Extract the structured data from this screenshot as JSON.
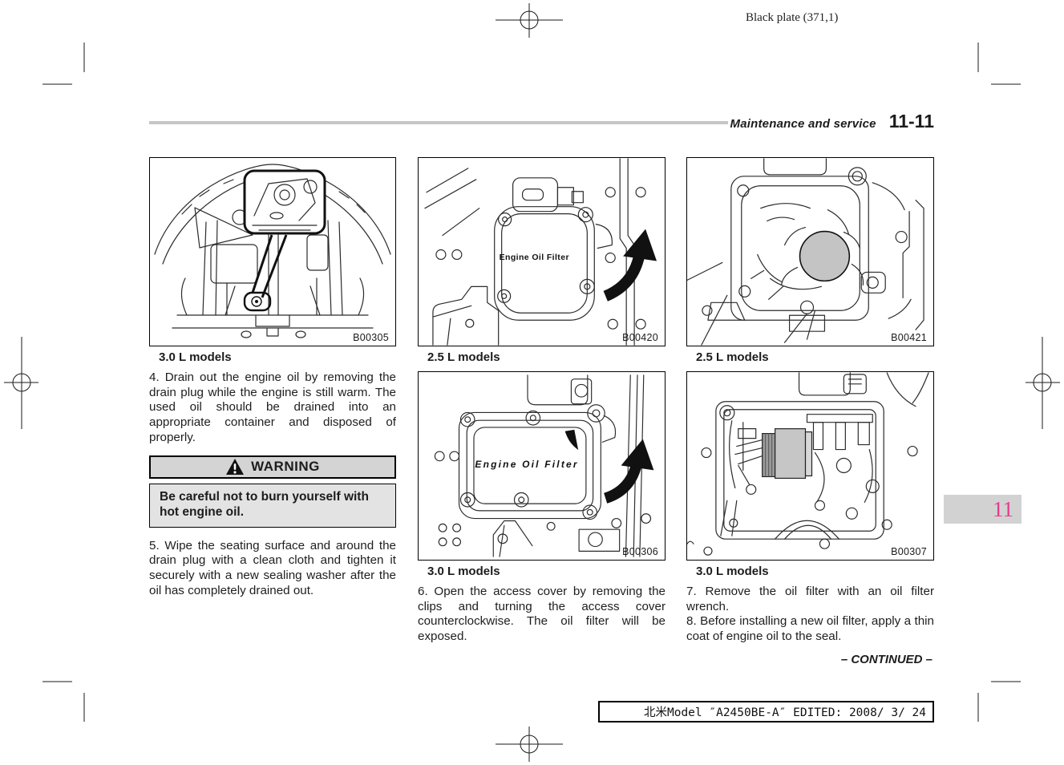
{
  "page": {
    "plate_note": "Black plate (371,1)",
    "header": {
      "section_title": "Maintenance and service",
      "page_number": "11-11"
    },
    "tab": {
      "chapter_number": "11"
    },
    "continued": "– CONTINUED –",
    "footer": {
      "edit_note": "北米Model ″A2450BE-A″ EDITED: 2008/ 3/ 24"
    }
  },
  "colors": {
    "accent-pink": "#e5398f",
    "tab-gray": "#d2d2d2",
    "warn-head-bg": "#d4d4d4",
    "warn-msg-bg": "#e3e3e3",
    "rule-gray": "#c6c6c6"
  },
  "columns": {
    "left": {
      "figure1": {
        "code": "B00305",
        "caption": "3.0 L models"
      },
      "step4": "4.  Drain out the engine oil by removing the drain plug while the engine is still warm. The used oil should be drained into an appropriate container and disposed of properly.",
      "warning": {
        "title": "WARNING",
        "message": "Be careful not to burn yourself with hot engine oil."
      },
      "step5": "5.  Wipe the seating surface and around the drain plug with a clean cloth and tighten it securely with a new sealing washer after the oil has completely drained out."
    },
    "middle": {
      "figure1": {
        "code": "B00420",
        "caption": "2.5 L models",
        "label": "Engine Oil Filter"
      },
      "figure2": {
        "code": "B00306",
        "caption": "3.0 L models",
        "label": "Engine Oil Filter"
      },
      "step6": "6.  Open the access cover by removing the clips and turning the access cover counterclockwise. The oil filter will be exposed."
    },
    "right": {
      "figure1": {
        "code": "B00421",
        "caption": "2.5 L models"
      },
      "figure2": {
        "code": "B00307",
        "caption": "3.0 L models"
      },
      "step7": "7.  Remove the oil filter with an oil filter wrench.",
      "step8": "8.  Before installing a new oil filter, apply a thin coat of engine oil to the seal."
    }
  }
}
